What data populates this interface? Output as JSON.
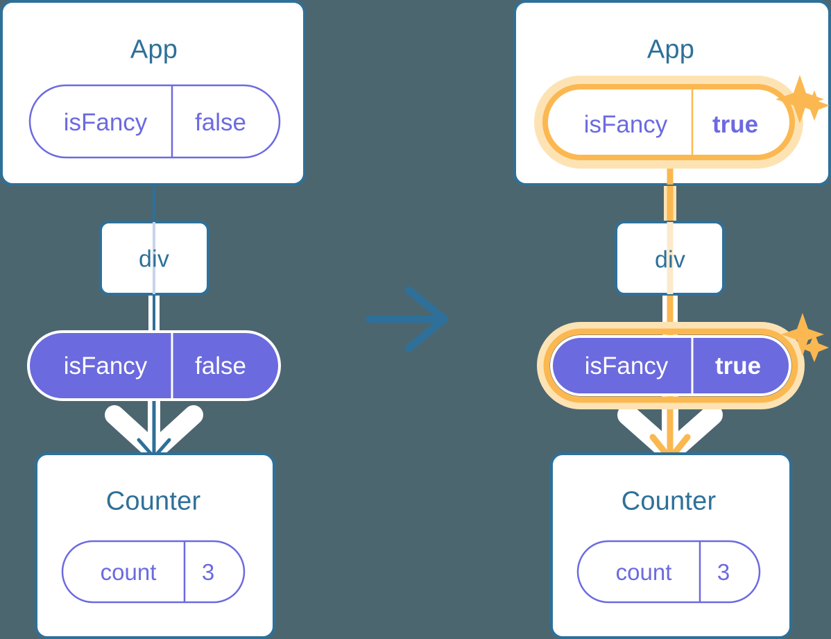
{
  "diagram": {
    "type": "react-state-propagation",
    "background_color": "#4c6670",
    "colors": {
      "box_border_blue": "#2e7099",
      "title_blue": "#2e7099",
      "pill_purple": "#6c6ae0",
      "pill_purple_fill": "#6b6ade",
      "highlight_orange": "#fbb851",
      "highlight_orange_glow": "#fde3b4",
      "white": "#ffffff"
    },
    "transition_arrow": {
      "icon": "arrow-right-icon",
      "color": "#2e7099"
    },
    "panels": [
      {
        "id": "before",
        "side": "left",
        "root": {
          "title": "App",
          "pill": {
            "key": "isFancy",
            "value": "false",
            "style": "outline",
            "highlighted": false
          }
        },
        "middle": {
          "title": "div"
        },
        "prop_pill": {
          "key": "isFancy",
          "value": "false",
          "style": "filled",
          "highlighted": false
        },
        "leaf": {
          "title": "Counter",
          "pill": {
            "key": "count",
            "value": "3",
            "style": "outline",
            "highlighted": false
          }
        },
        "sparkles": []
      },
      {
        "id": "after",
        "side": "right",
        "root": {
          "title": "App",
          "pill": {
            "key": "isFancy",
            "value": "true",
            "style": "outline",
            "highlighted": true
          }
        },
        "middle": {
          "title": "div"
        },
        "prop_pill": {
          "key": "isFancy",
          "value": "true",
          "style": "filled",
          "highlighted": true
        },
        "leaf": {
          "title": "Counter",
          "pill": {
            "key": "count",
            "value": "3",
            "style": "outline",
            "highlighted": false
          }
        },
        "sparkles": [
          {
            "name": "sparkle-large-top",
            "size": "large"
          },
          {
            "name": "sparkle-small-top",
            "size": "small"
          },
          {
            "name": "sparkle-large-mid",
            "size": "large"
          },
          {
            "name": "sparkle-small-mid",
            "size": "small"
          }
        ]
      }
    ]
  }
}
